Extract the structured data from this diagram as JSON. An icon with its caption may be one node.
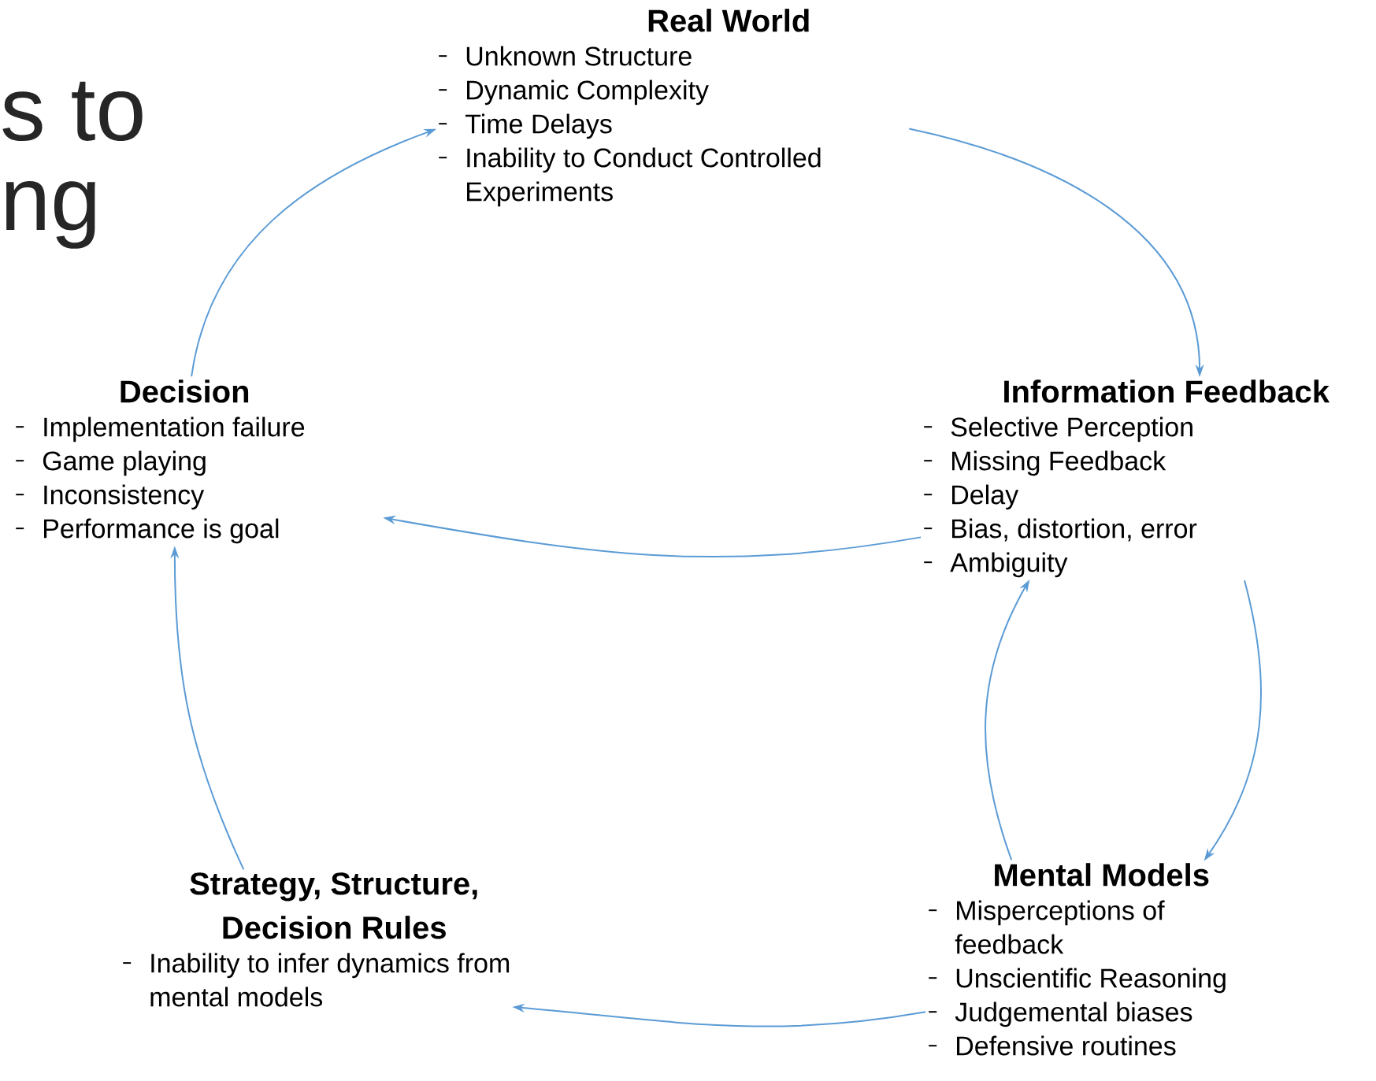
{
  "diagram": {
    "nodes": [
      {
        "text": [
          "Real World",
          "Unknown Structure",
          "Dynamic Complexity",
          "Time Delays",
          "Inability to Conduct Controlled Experiments"
        ]
      },
      {
        "text": [
          "Information Feedback",
          "Selective Perception",
          "Missing Feedback",
          "Delay",
          "Bias, distortion, error",
          "Ambiguity"
        ]
      },
      {
        "text": [
          "Decision",
          "Implementation failure",
          "Game playing",
          "Inconsistency",
          "Performance is goal"
        ]
      },
      {
        "text": [
          "Strategy, Structure, Decision Rules",
          "Inability to infer dynamics from mental models"
        ]
      },
      {
        "text": [
          "Mental Models",
          "Misperceptions of feedback",
          "Unscientific Reasoning",
          "Judgemental biases",
          "Defensive routines"
        ]
      }
    ],
    "edges": [
      {
        "from": 2,
        "to": 0,
        "arrow": "to"
      },
      {
        "from": 0,
        "to": 1,
        "arrow": "to"
      },
      {
        "from": 1,
        "to": 2,
        "arrow": "to"
      },
      {
        "from": 1,
        "to": 4,
        "arrow": "to"
      },
      {
        "from": 4,
        "to": 1,
        "arrow": "to"
      },
      {
        "from": 4,
        "to": 3,
        "arrow": "to"
      },
      {
        "from": 3,
        "to": 2,
        "arrow": "to"
      }
    ],
    "labels": [
      "s to",
      "ng"
    ]
  }
}
